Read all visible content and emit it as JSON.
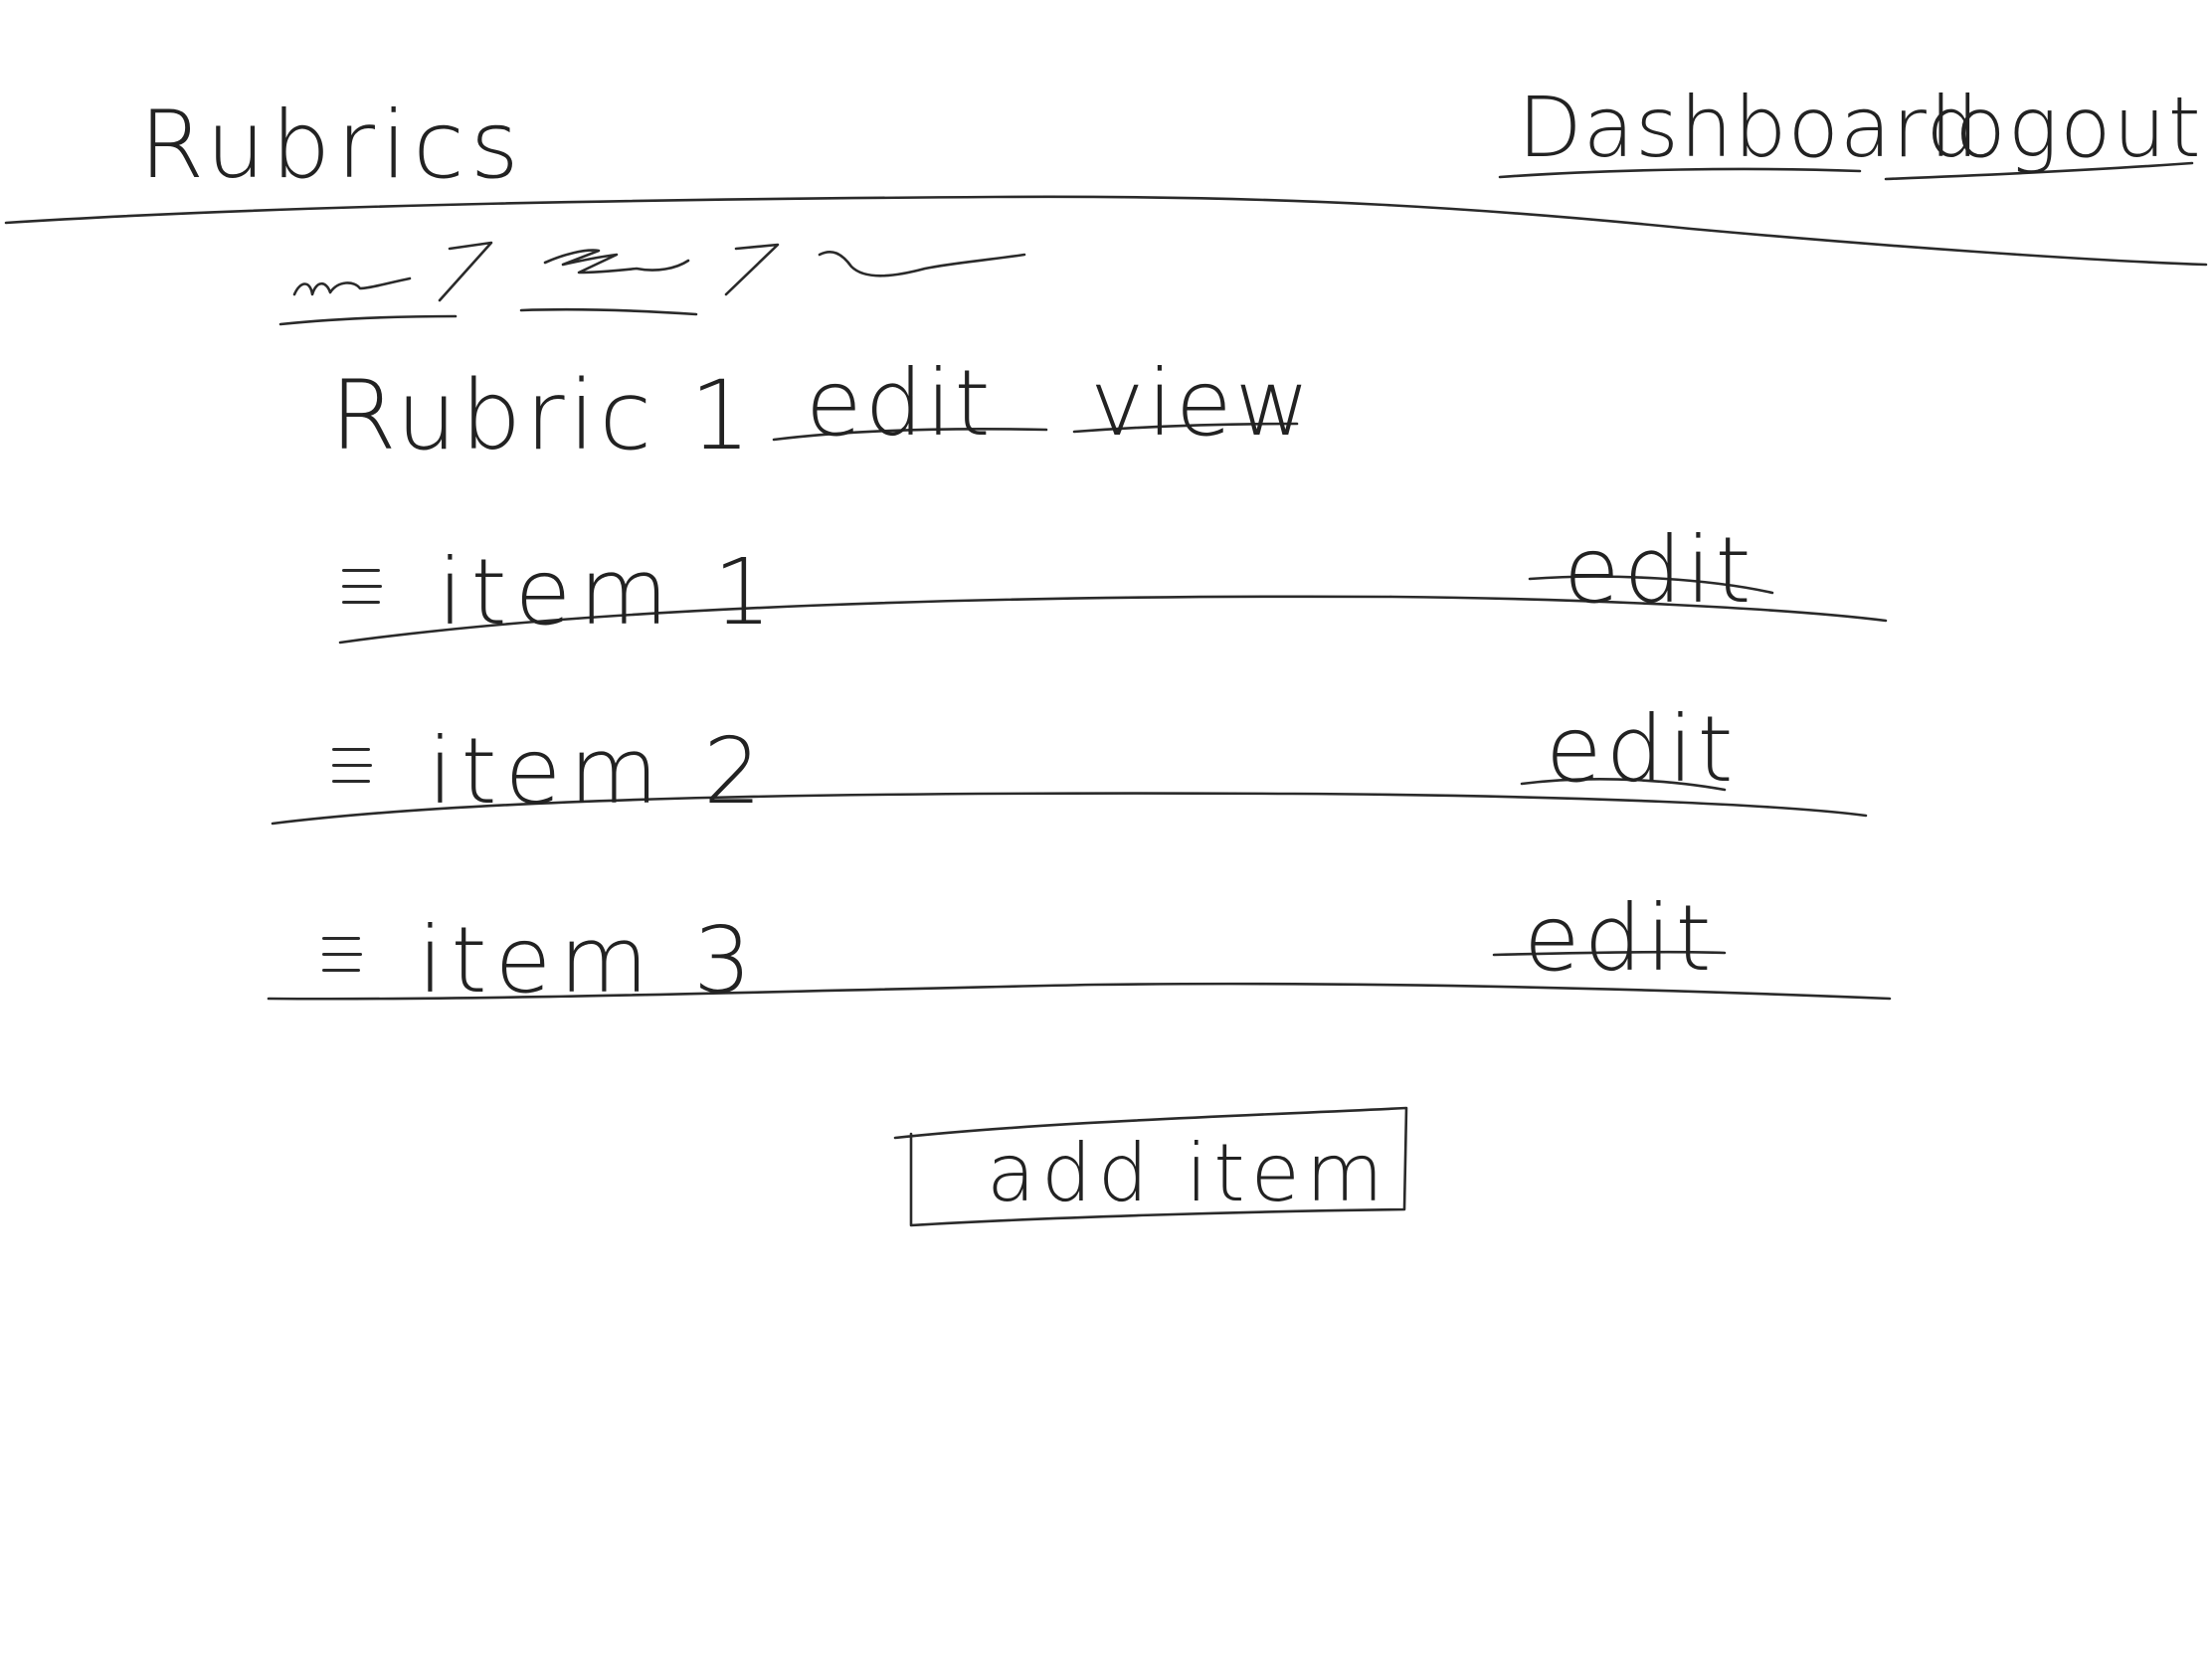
{
  "header": {
    "title": "Rubrics",
    "nav": {
      "dashboard_label": "Dashboard",
      "logout_label": "logout"
    }
  },
  "breadcrumb": {
    "items": [
      "",
      "",
      ""
    ],
    "separator": ">"
  },
  "rubric": {
    "title": "Rubric 1",
    "edit_label": "edit",
    "view_label": "view"
  },
  "items": [
    {
      "label": "item 1",
      "edit_label": "edit"
    },
    {
      "label": "item 2",
      "edit_label": "edit"
    },
    {
      "label": "item 3",
      "edit_label": "edit"
    }
  ],
  "actions": {
    "add_item_label": "add item"
  },
  "icons": {
    "drag_handle": "drag-handle-icon",
    "breadcrumb_separator": "chevron-right-icon"
  },
  "colors": {
    "ink": "#2a2a2a",
    "background": "#ffffff"
  }
}
